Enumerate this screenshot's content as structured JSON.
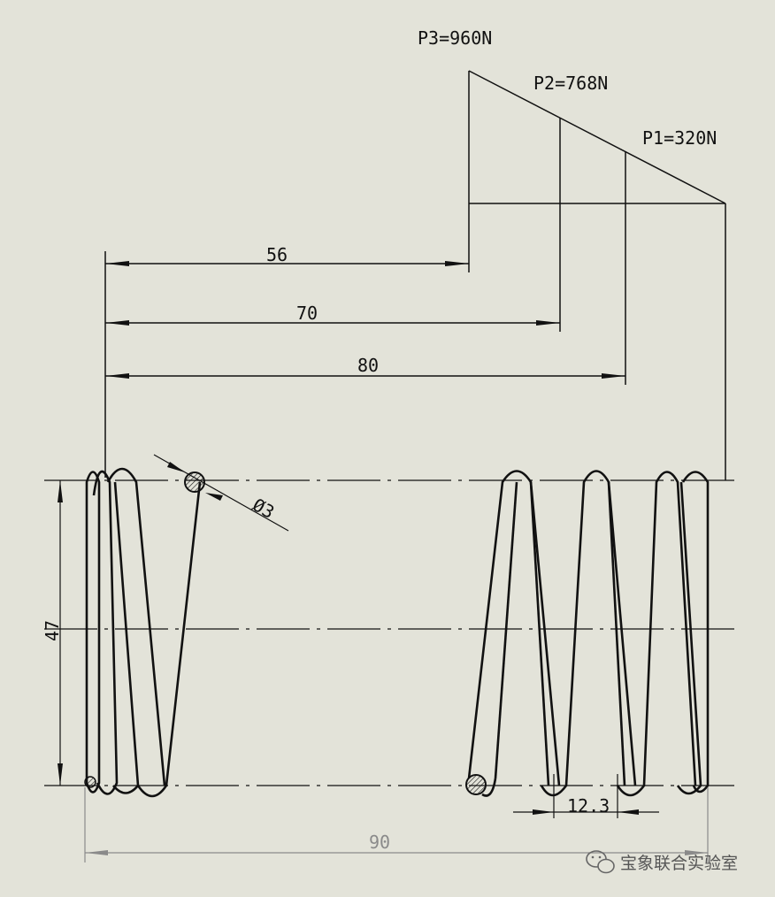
{
  "loads": {
    "p3": "P3=960N",
    "p2": "P2=768N",
    "p1": "P1=320N"
  },
  "dimensions": {
    "len_56": "56",
    "len_70": "70",
    "len_80": "80",
    "wire_dia": "Ø3",
    "outer_dia": "47",
    "pitch": "12.3",
    "free_len": "90"
  },
  "watermark": {
    "text": "宝象联合实验室"
  }
}
